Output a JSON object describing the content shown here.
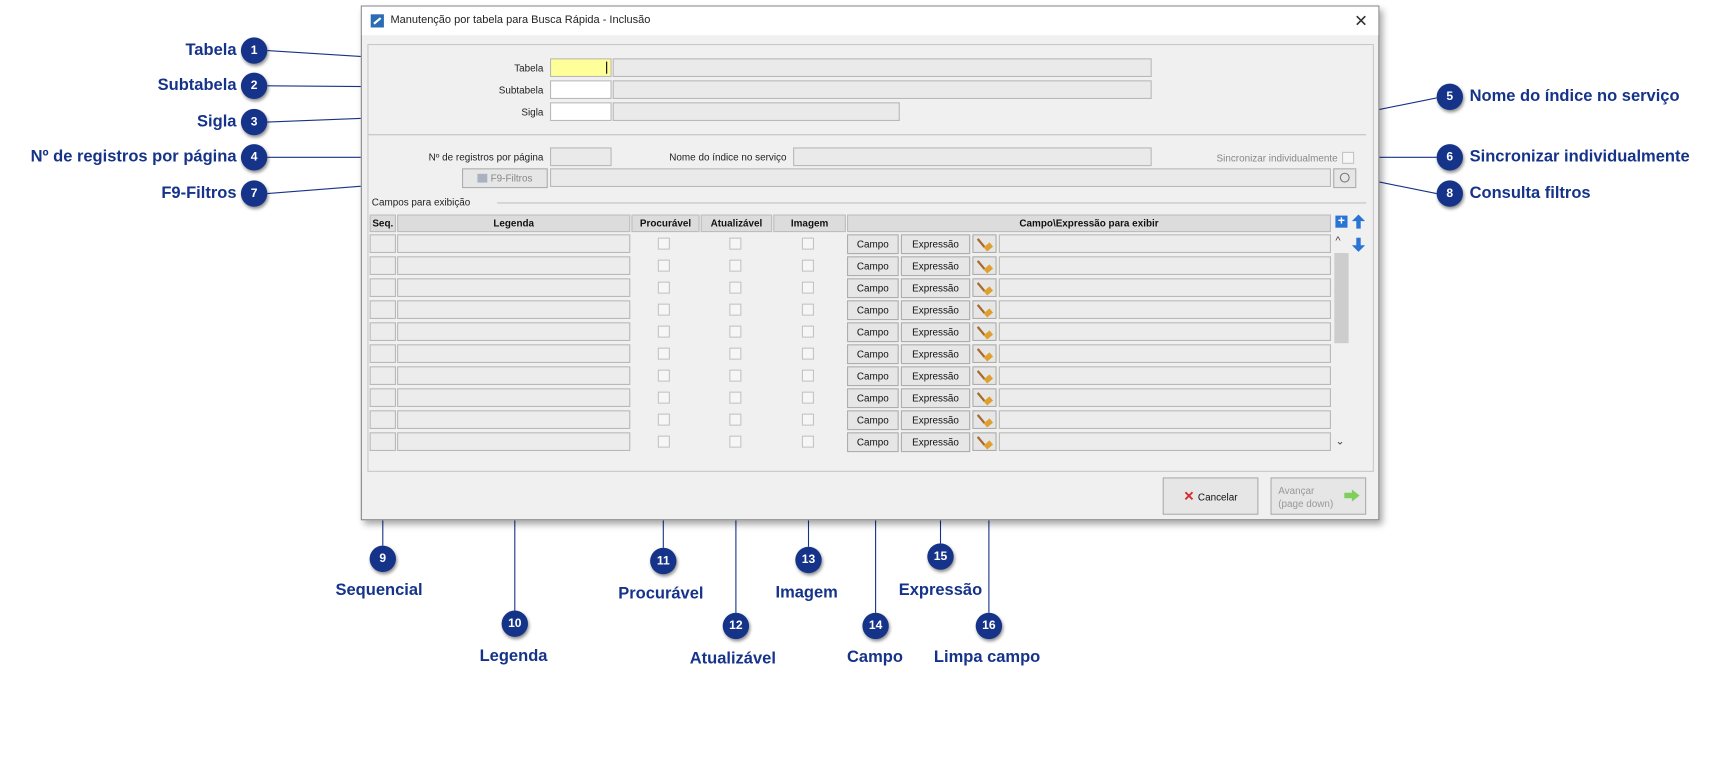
{
  "window": {
    "title": "Manutenção por tabela para Busca Rápida - Inclusão",
    "close_glyph": "✕"
  },
  "form": {
    "tabela_label": "Tabela",
    "subtabela_label": "Subtabela",
    "sigla_label": "Sigla",
    "registros_label": "Nº de registros por página",
    "indice_label": "Nome do índice no serviço",
    "sincronizar_label": "Sincronizar individualmente",
    "filtros_button": "F9-Filtros",
    "campos_section": "Campos para exibição"
  },
  "grid": {
    "headers": [
      "Seq.",
      "Legenda",
      "Procurável",
      "Atualizável",
      "Imagem",
      "Campo\\Expressão para exibir"
    ],
    "rows": 10,
    "row_labels": {
      "campo": "Campo",
      "expressao": "Expressão"
    },
    "scroll_up": "^",
    "scroll_down": "⌄"
  },
  "buttons": {
    "cancel": "Cancelar",
    "advance_line1": "Avançar",
    "advance_line2": "(page down)"
  },
  "callouts": [
    {
      "n": "1",
      "label": "Tabela"
    },
    {
      "n": "2",
      "label": "Subtabela"
    },
    {
      "n": "3",
      "label": "Sigla"
    },
    {
      "n": "4",
      "label": "Nº de registros por página"
    },
    {
      "n": "5",
      "label": "Nome do índice no serviço"
    },
    {
      "n": "6",
      "label": "Sincronizar individualmente"
    },
    {
      "n": "7",
      "label": "F9-Filtros"
    },
    {
      "n": "8",
      "label": "Consulta filtros"
    },
    {
      "n": "9",
      "label": "Sequencial"
    },
    {
      "n": "10",
      "label": "Legenda"
    },
    {
      "n": "11",
      "label": "Procurável"
    },
    {
      "n": "12",
      "label": "Atualizável"
    },
    {
      "n": "13",
      "label": "Imagem"
    },
    {
      "n": "14",
      "label": "Campo"
    },
    {
      "n": "15",
      "label": "Expressão"
    },
    {
      "n": "16",
      "label": "Limpa campo"
    }
  ],
  "colors": {
    "accent": "#16338a",
    "highlight_field": "#ffff99"
  }
}
